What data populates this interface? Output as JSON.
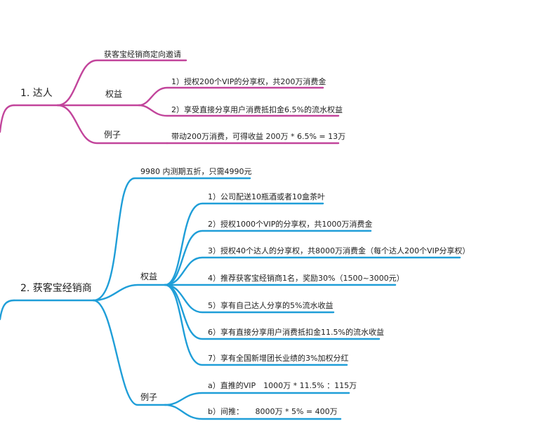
{
  "colors": {
    "branch1": "#c2449b",
    "branch2": "#1f9ed8",
    "text": "#1e1e1e"
  },
  "mindmap": {
    "node1": {
      "label": "1. 达人",
      "invite": "获客宝经销商定向邀请",
      "rights": {
        "label": "权益",
        "items": [
          "1）授权200个VIP的分享权，共200万消费金",
          "2）享受直接分享用户消费抵扣金6.5%的流水权益"
        ]
      },
      "example": {
        "label": "例子",
        "text": "带动200万消费，可得收益 200万 * 6.5% = 13万"
      }
    },
    "node2": {
      "label": "2. 获客宝经销商",
      "price": "9980 内测期五折，只需4990元",
      "rights": {
        "label": "权益",
        "items": [
          "1）公司配送10瓶酒或者10盒茶叶",
          "2）授权1000个VIP的分享权，共1000万消费金",
          "3）授权40个达人的分享权，共8000万消费金（每个达人200个VIP分享权）",
          "4）推荐获客宝经销商1名，奖励30%（1500~3000元）",
          "5）享有自己达人分享的5%流水收益",
          "6）享有直接分享用户消费抵扣金11.5%的流水收益",
          "7）享有全国新增团长业绩的3%加权分红"
        ]
      },
      "example": {
        "label": "例子",
        "items": [
          "a）直推的VIP　1000万 * 11.5%  ：115万",
          "b）间推：　　8000万 * 5% = 400万"
        ]
      }
    }
  }
}
